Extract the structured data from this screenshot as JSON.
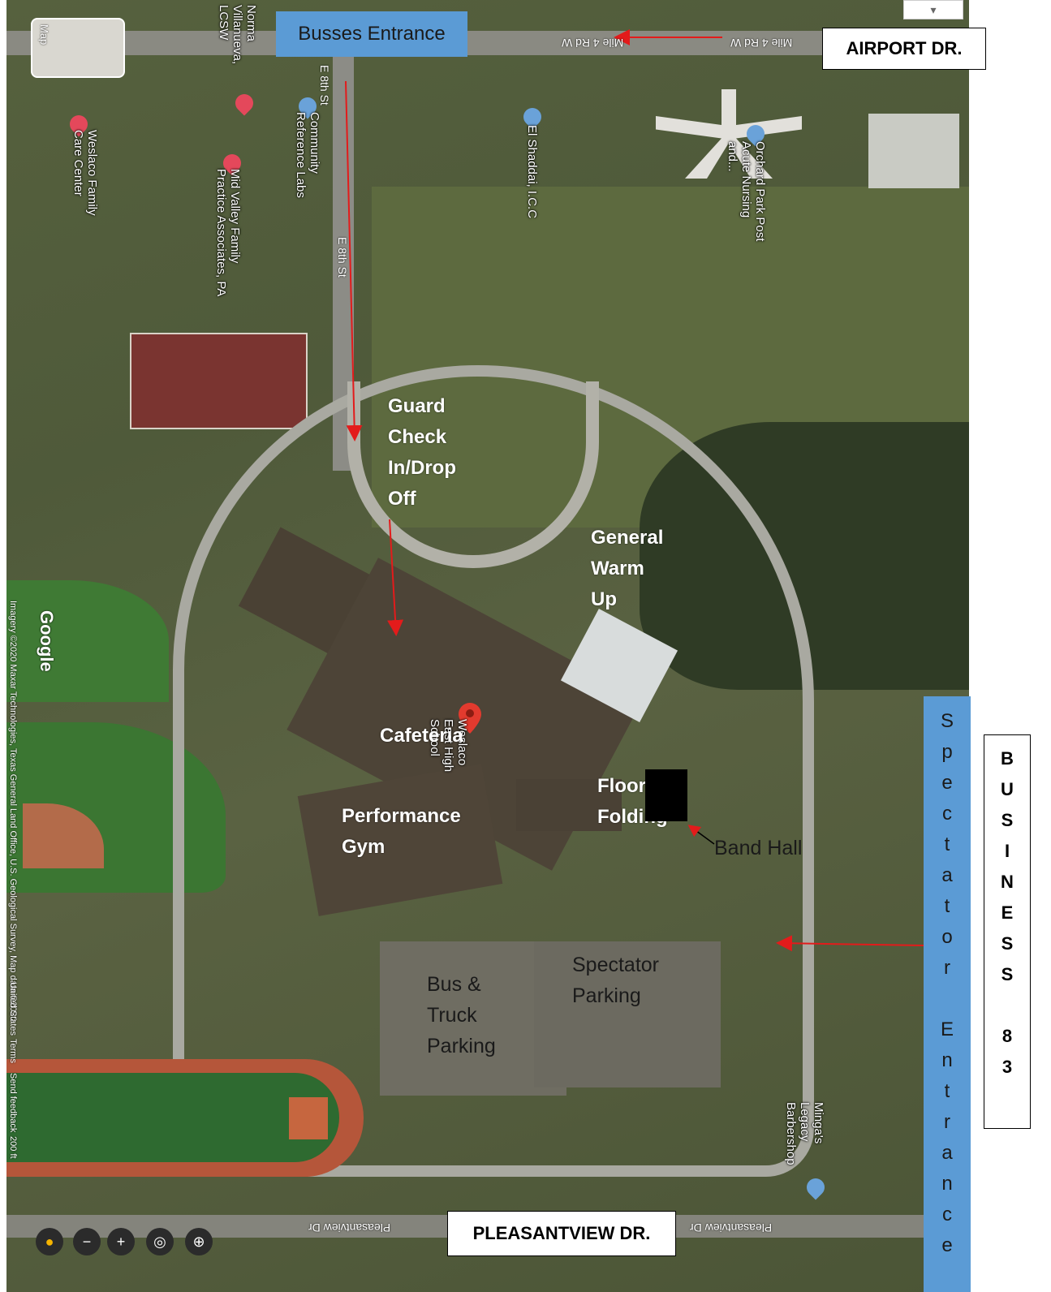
{
  "map_labels": {
    "busses_entrance": "Busses Entrance",
    "airport_dr": "AIRPORT DR.",
    "pleasantview_dr": "PLEASANTVIEW DR.",
    "business_83": "BUSINESS 83",
    "spectator_entrance": "Spectator Entrance",
    "guard_check": [
      "Guard",
      "Check",
      "In/Drop",
      "Off"
    ],
    "general_warm_up": [
      "General",
      "Warm",
      "Up"
    ],
    "cafeteria": "Cafeteria",
    "floor_folding": [
      "Floor",
      "Folding"
    ],
    "band_hall": "Band Hall",
    "performance_gym": [
      "Performance",
      "Gym"
    ],
    "bus_truck_parking": [
      "Bus &",
      "Truck",
      "Parking"
    ],
    "spectator_parking": [
      "Spectator",
      "Parking"
    ]
  },
  "poi": {
    "norma": "Norma Villanueva, LCSW",
    "weslaco_family": "Weslaco Family Care Center",
    "community_ref": "Community Reference Labs",
    "mid_valley": "Mid Valley Family Practice Associates, PA",
    "el_shaddai": "El Shaddai, I.C.C",
    "orchard_park": "Orchard Park Post Acute Nursing and...",
    "weslaco_east": "Weslaco East High School",
    "mingas": "Minga's Legacy Barbershop"
  },
  "streets": {
    "e8th": "E 8th St",
    "mile4": "Mile 4 Rd W",
    "pleasantview": "Pleasantview Dr"
  },
  "map_ui": {
    "map_toggle": "Map",
    "google": "Google",
    "attribution": "Imagery ©2020 Maxar Technologies, Texas General Land Office, U.S. Geological Survey, Map data ©2020",
    "us": "United States",
    "terms": "Terms",
    "feedback": "Send feedback",
    "scale": "200 ft"
  },
  "colors": {
    "arrow": "#e31b1b",
    "label_box": "#5b9bd5",
    "pin": "#e23a2e",
    "track": "#b5563a"
  }
}
